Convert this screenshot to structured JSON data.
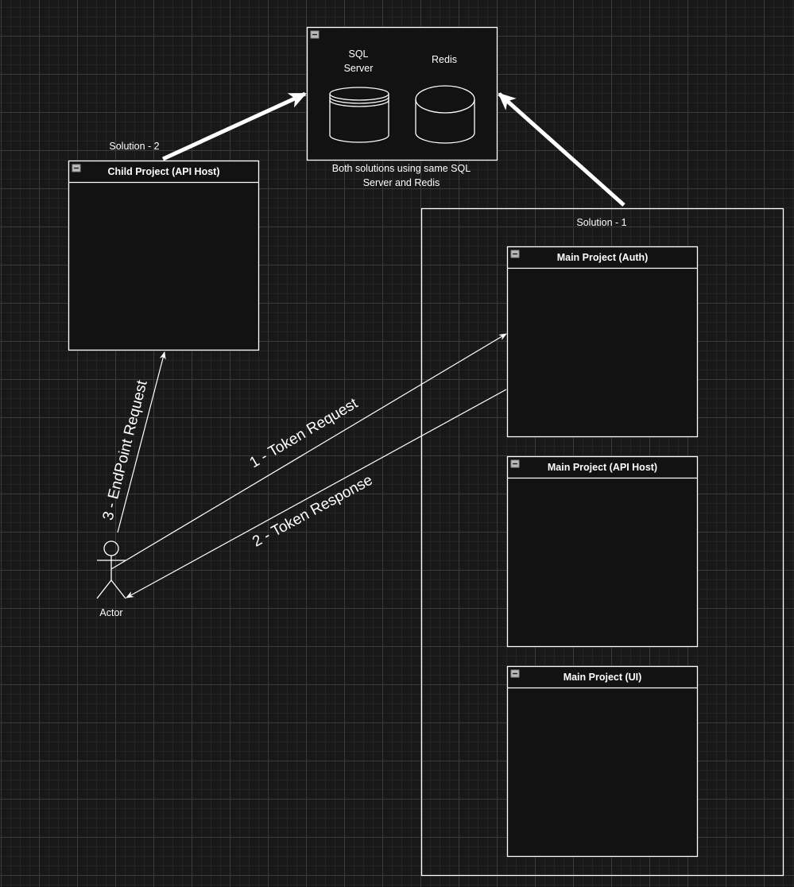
{
  "colors": {
    "background": "#181818",
    "stroke": "#ffffff",
    "box_fill": "#121212"
  },
  "database_group": {
    "sql_label_line1": "SQL",
    "sql_label_line2": "Server",
    "redis_label": "Redis",
    "caption_line1": "Both solutions using same SQL",
    "caption_line2": "Server and Redis"
  },
  "solution2": {
    "label": "Solution - 2",
    "child_project": "Child Project (API Host)"
  },
  "solution1": {
    "label": "Solution - 1",
    "projects": [
      "Main Project (Auth)",
      "Main Project (API Host)",
      "Main Project (UI)"
    ]
  },
  "actor": {
    "label": "Actor"
  },
  "edges": {
    "token_request": "1 - Token Request",
    "token_response": "2 - Token Response",
    "endpoint_request": "3 - EndPoint Request"
  }
}
